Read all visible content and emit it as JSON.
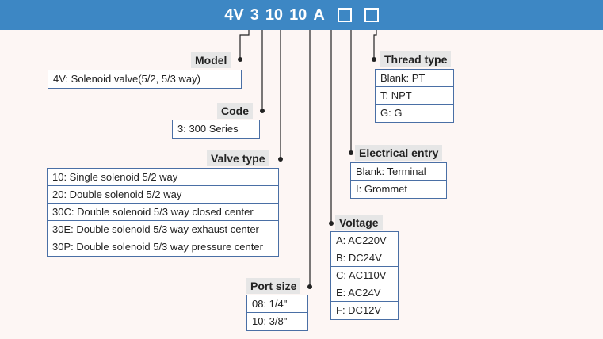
{
  "code": {
    "segments": [
      "4V",
      "3",
      "10",
      "10",
      "A"
    ],
    "placeholders": 2
  },
  "model": {
    "label": "Model",
    "rows": [
      "4V: Solenoid valve(5/2, 5/3 way)"
    ]
  },
  "series_code": {
    "label": "Code",
    "rows": [
      "3: 300 Series"
    ]
  },
  "valve_type": {
    "label": "Valve type",
    "rows": [
      "10: Single solenoid 5/2 way",
      "20: Double solenoid 5/2 way",
      "30C: Double solenoid 5/3 way closed center",
      "30E: Double solenoid 5/3 way exhaust center",
      "30P: Double solenoid 5/3 way pressure center"
    ]
  },
  "port_size": {
    "label": "Port size",
    "rows": [
      "08: 1/4\"",
      "10: 3/8\""
    ]
  },
  "voltage": {
    "label": "Voltage",
    "rows": [
      "A: AC220V",
      "B: DC24V",
      "C: AC110V",
      "E: AC24V",
      "F: DC12V"
    ]
  },
  "electrical_entry": {
    "label": "Electrical entry",
    "rows": [
      "Blank: Terminal",
      "I: Grommet"
    ]
  },
  "thread_type": {
    "label": "Thread type",
    "rows": [
      "Blank: PT",
      "T: NPT",
      "G: G"
    ]
  },
  "colors": {
    "header": "#3d87c4",
    "background": "#fdf6f4",
    "border": "#4a6fa5",
    "label_bg": "#e6e6e6"
  }
}
